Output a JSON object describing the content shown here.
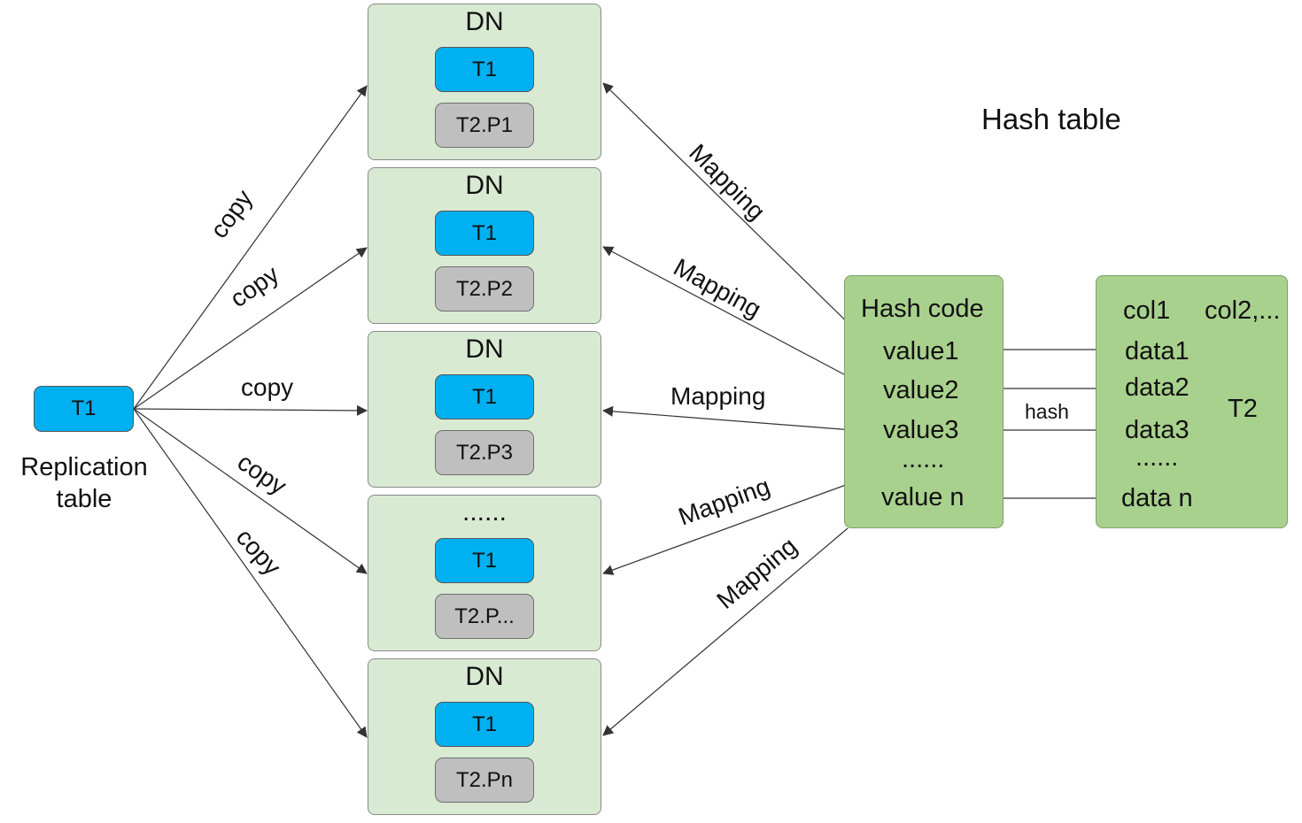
{
  "diagram": {
    "title": "Hash table",
    "replication_table": {
      "chip_label": "T1",
      "label_line1": "Replication",
      "label_line2": "table"
    },
    "data_nodes": [
      {
        "title": "DN",
        "table": "T1",
        "partition": "T2.P1"
      },
      {
        "title": "DN",
        "table": "T1",
        "partition": "T2.P2"
      },
      {
        "title": "DN",
        "table": "T1",
        "partition": "T2.P3"
      },
      {
        "title": "......",
        "table": "T1",
        "partition": "T2.P..."
      },
      {
        "title": "DN",
        "table": "T1",
        "partition": "T2.Pn"
      }
    ],
    "copy_labels": [
      "copy",
      "copy",
      "copy",
      "copy",
      "copy"
    ],
    "mapping_labels": [
      "Mapping",
      "Mapping",
      "Mapping",
      "Mapping",
      "Mapping"
    ],
    "hash_code": {
      "header": "Hash code",
      "values": [
        "value1",
        "value2",
        "value3",
        "......",
        "value n"
      ]
    },
    "t2": {
      "col1_header": "col1",
      "col2_header": "col2,...",
      "data": [
        "data1",
        "data2",
        "data3",
        "......",
        "data n"
      ],
      "name": "T2"
    },
    "hash_arrow_label": "hash"
  },
  "colors": {
    "dn_fill": "#d9ead3",
    "t1_fill": "#00b0f0",
    "partition_fill": "#bfbfbf",
    "hash_fill": "#a9d18e",
    "line": "#333333"
  }
}
